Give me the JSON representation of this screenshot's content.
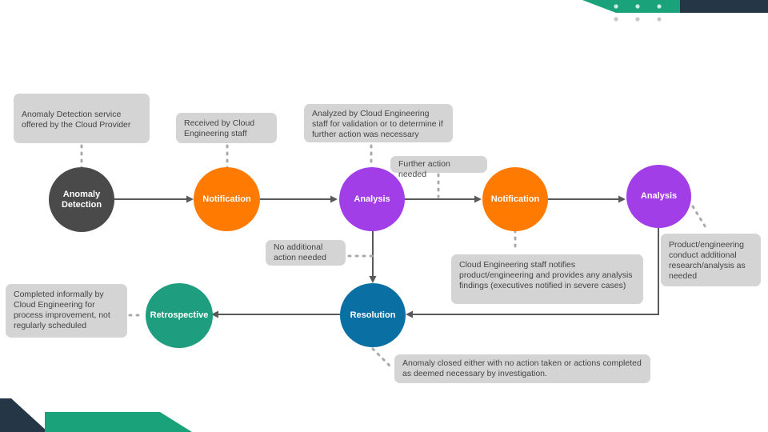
{
  "colors": {
    "dark": "#4a4a4a",
    "orange": "#ff7a00",
    "purple": "#a23ee8",
    "blue": "#0a6fa3",
    "green": "#1e9e7e",
    "note_bg": "#d4d4d4",
    "arrow": "#595959",
    "corner_navy": "#253746",
    "corner_teal": "#1aa37a"
  },
  "nodes": {
    "anomaly_detection": "Anomaly Detection",
    "notification_1": "Notification",
    "analysis_1": "Analysis",
    "notification_2": "Notification",
    "analysis_2": "Analysis",
    "resolution": "Resolution",
    "retrospective": "Retrospective"
  },
  "notes": {
    "anomaly_detection": "Anomaly Detection service offered by the Cloud Provider",
    "notification_1": "Received by Cloud Engineering staff",
    "analysis_1": "Analyzed by Cloud Engineering staff for validation or to determine if further action was necessary",
    "further_action": "Further action needed",
    "no_action": "No additional action needed",
    "notification_2": "Cloud Engineering staff notifies product/engineering and provides any analysis findings (executives notified in severe cases)",
    "analysis_2": "Product/engineering conduct additional research/analysis as needed",
    "resolution": "Anomaly closed either with no action taken or actions completed as deemed necessary by investigation.",
    "retrospective": "Completed informally by Cloud Engineering for process improvement, not regularly scheduled"
  }
}
